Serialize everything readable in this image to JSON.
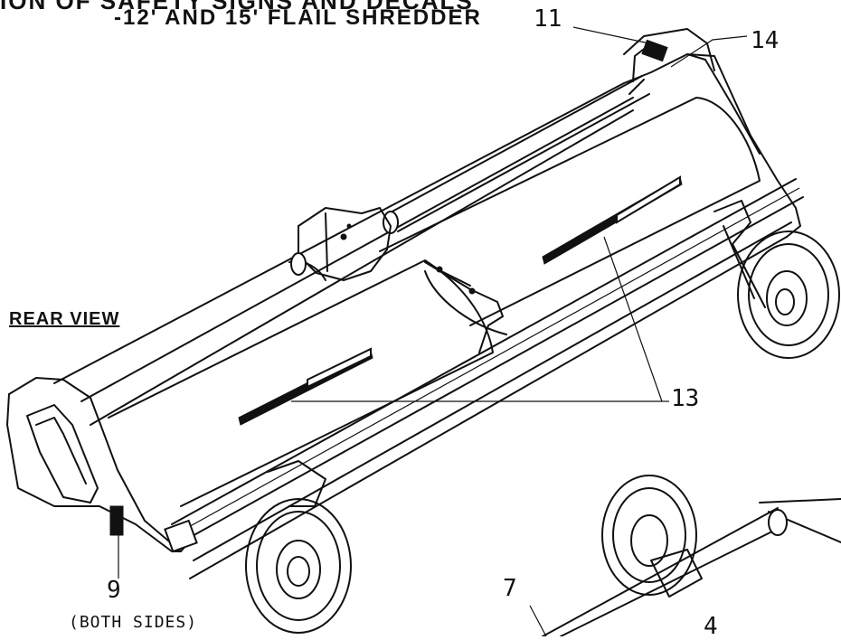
{
  "title": {
    "line1": "ION OF SAFETY SIGNS AND DECALS",
    "line2": "-12' AND 15' FLAIL SHREDDER"
  },
  "view_label": "REAR VIEW",
  "callouts": {
    "c11": "11",
    "c14": "14",
    "c13": "13",
    "c9": "9",
    "c9_note": "(BOTH SIDES)",
    "c7": "7",
    "c4": "4"
  }
}
